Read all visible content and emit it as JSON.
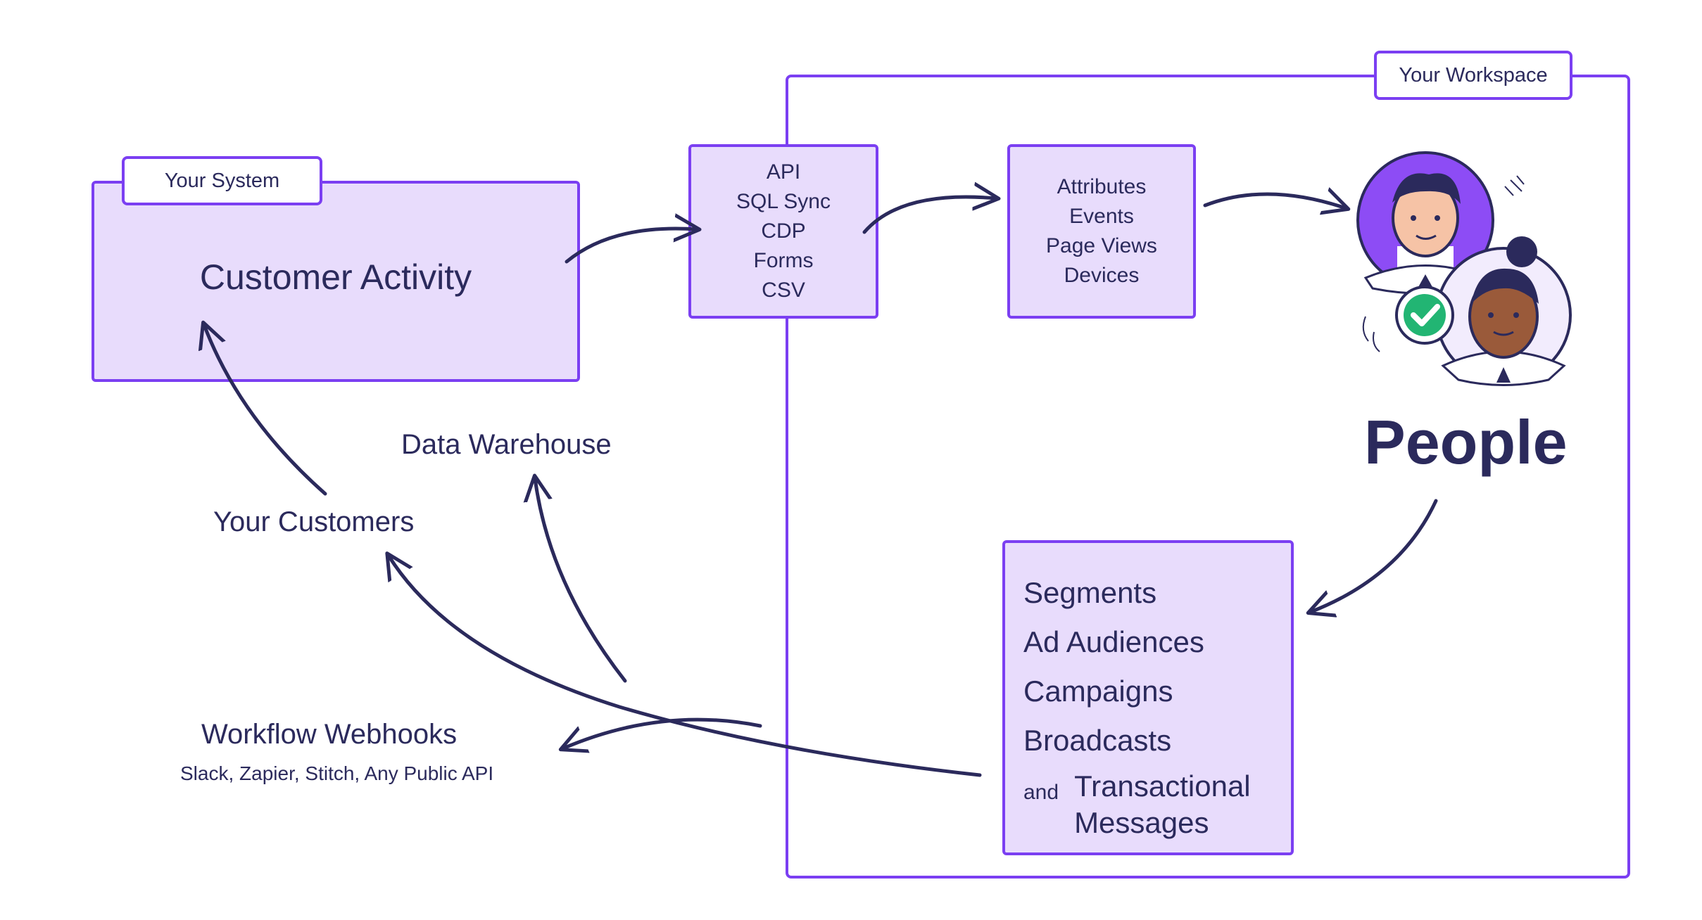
{
  "workspace_tag": "Your Workspace",
  "system_tag": "Your System",
  "customer_activity": "Customer Activity",
  "ingestion": [
    "API",
    "SQL Sync",
    "CDP",
    "Forms",
    "CSV"
  ],
  "profile_data": [
    "Attributes",
    "Events",
    "Page Views",
    "Devices"
  ],
  "people_label": "People",
  "outputs": {
    "segments": "Segments",
    "ad_audiences": "Ad Audiences",
    "campaigns": "Campaigns",
    "broadcasts": "Broadcasts",
    "and_word": "and",
    "transactional_1": "Transactional",
    "transactional_2": "Messages"
  },
  "destinations": {
    "data_warehouse": "Data Warehouse",
    "your_customers": "Your Customers",
    "workflow_webhooks": "Workflow Webhooks",
    "webhook_examples": "Slack, Zapier, Stitch, Any Public API"
  },
  "colors": {
    "accent": "#7b3ff2",
    "box_fill": "#e8dcfc",
    "ink": "#2b2a5c",
    "check_green": "#22b573"
  },
  "icons": [
    "person-avatar-icon",
    "person-avatar-icon",
    "check-badge-icon"
  ]
}
